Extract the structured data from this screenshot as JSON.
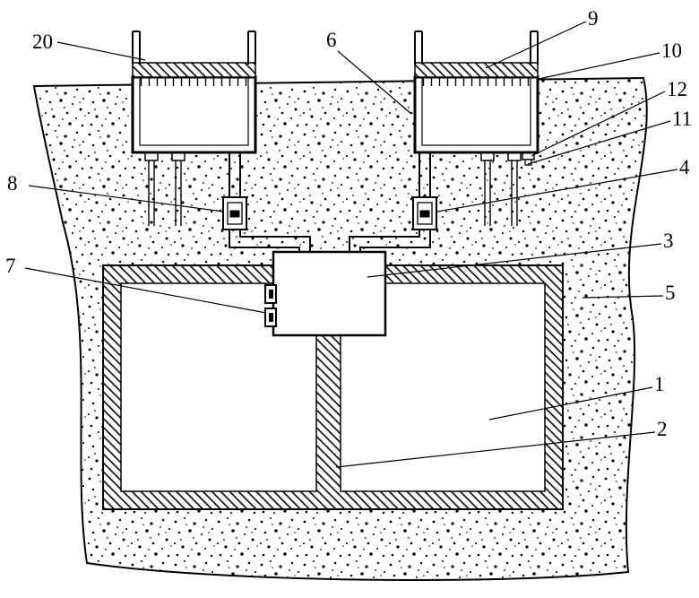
{
  "diagram": {
    "labels": [
      {
        "id": "ref-20",
        "text": "20"
      },
      {
        "id": "ref-6",
        "text": "6"
      },
      {
        "id": "ref-9",
        "text": "9"
      },
      {
        "id": "ref-10",
        "text": "10"
      },
      {
        "id": "ref-12",
        "text": "12"
      },
      {
        "id": "ref-11",
        "text": "11"
      },
      {
        "id": "ref-4",
        "text": "4"
      },
      {
        "id": "ref-8",
        "text": "8"
      },
      {
        "id": "ref-3",
        "text": "3"
      },
      {
        "id": "ref-7",
        "text": "7"
      },
      {
        "id": "ref-5",
        "text": "5"
      },
      {
        "id": "ref-1",
        "text": "1"
      },
      {
        "id": "ref-2",
        "text": "2"
      }
    ],
    "colors": {
      "ink": "#000000",
      "paper": "#ffffff"
    }
  }
}
